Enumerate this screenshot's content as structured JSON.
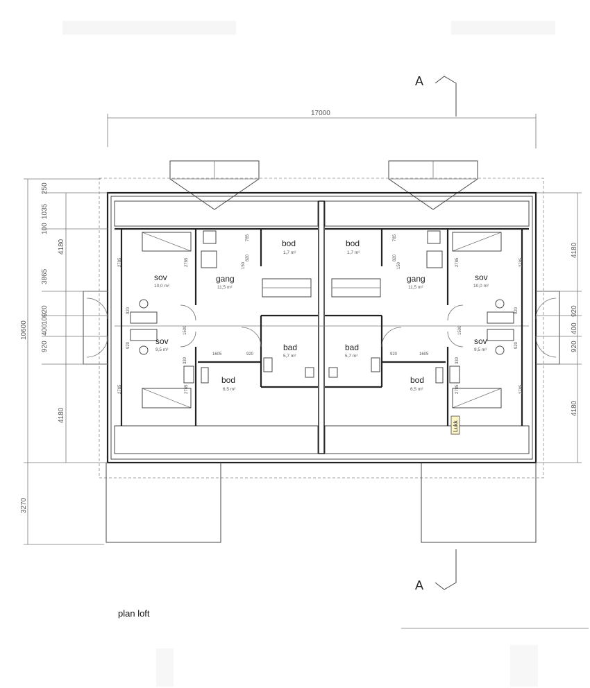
{
  "section_marker": {
    "top": "A",
    "bottom": "A"
  },
  "caption": "plan loft",
  "dimensions": {
    "overall_width": "17000",
    "overall_height": "10600",
    "left_chain": [
      "250",
      "100",
      "1035",
      "4180",
      "3865",
      "920",
      "400",
      "100",
      "920",
      "4180",
      "3270"
    ],
    "right_chain": [
      "4180",
      "920",
      "400",
      "920",
      "4180"
    ],
    "small": [
      "2785",
      "785",
      "820",
      "150",
      "920",
      "1605",
      "920",
      "330",
      "150",
      "1500"
    ]
  },
  "rooms": {
    "left": [
      {
        "name": "sov",
        "area": "10,0 m²"
      },
      {
        "name": "gang",
        "area": "11,5 m²"
      },
      {
        "name": "bod",
        "area": "1,7 m²"
      },
      {
        "name": "sov",
        "area": "9,5 m²"
      },
      {
        "name": "bad",
        "area": "5,7 m²"
      },
      {
        "name": "bod",
        "area": "6,5 m²"
      }
    ],
    "right": [
      {
        "name": "bod",
        "area": "1,7 m²"
      },
      {
        "name": "gang",
        "area": "11,5 m²"
      },
      {
        "name": "sov",
        "area": "10,0 m²"
      },
      {
        "name": "bad",
        "area": "5,7 m²"
      },
      {
        "name": "sov",
        "area": "9,5 m²"
      },
      {
        "name": "bod",
        "area": "6,5 m²"
      }
    ]
  },
  "lukk_label": "Lukk"
}
